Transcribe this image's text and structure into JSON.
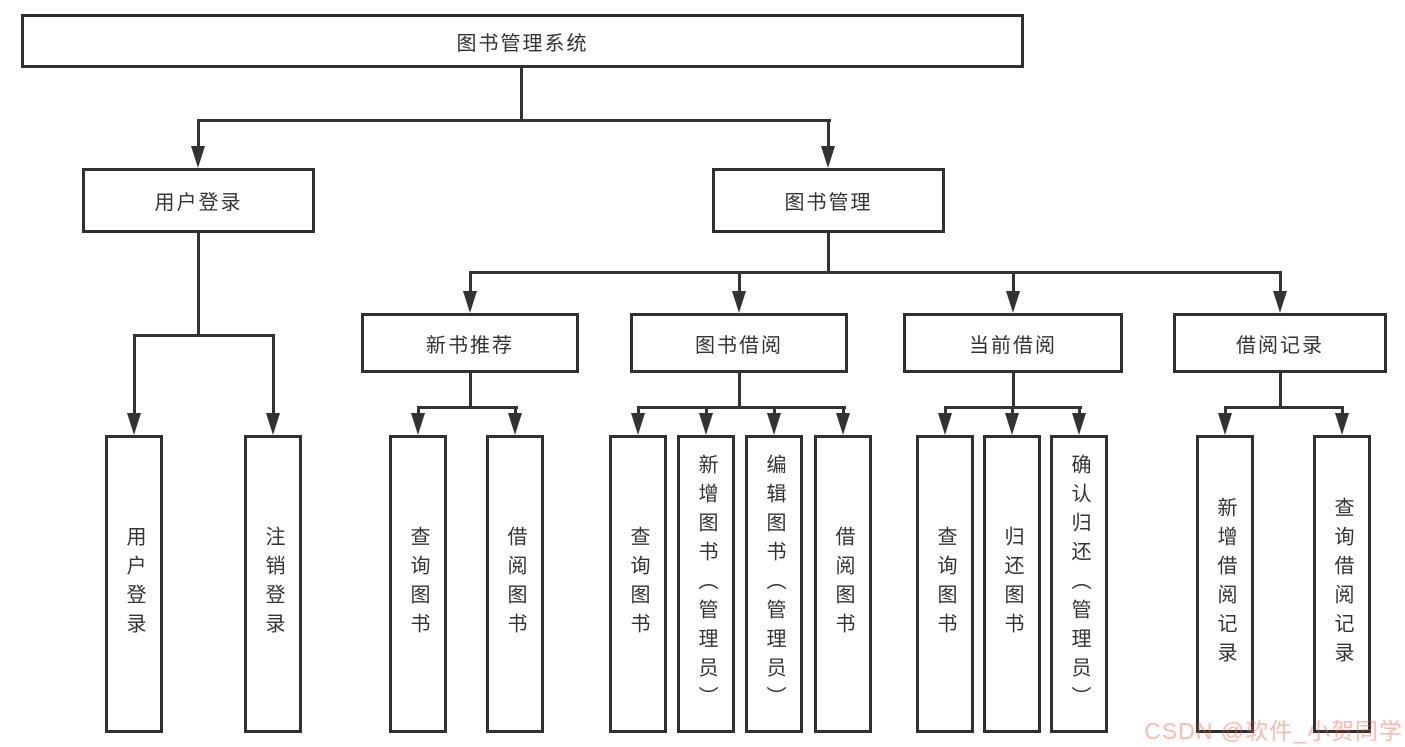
{
  "diagram": {
    "root": "图书管理系统",
    "level2": [
      "用户登录",
      "图书管理"
    ],
    "level3": [
      "新书推荐",
      "图书借阅",
      "当前借阅",
      "借阅记录"
    ],
    "leaves": {
      "user_login": [
        "用户登录",
        "注销登录"
      ],
      "new_book_recommend": [
        "查询图书",
        "借阅图书"
      ],
      "book_borrow": [
        "查询图书",
        "新增图书（管理员）",
        "编辑图书（管理员）",
        "借阅图书"
      ],
      "current_borrow": [
        "查询图书",
        "归还图书",
        "确认归还（管理员）"
      ],
      "borrow_records": [
        "新增借阅记录",
        "查询借阅记录"
      ]
    },
    "colors": {
      "line": "#333333",
      "box_border": "#303030",
      "text": "#333333",
      "watermark": "#fc5531"
    }
  },
  "watermark": "CSDN @软件_小贺同学"
}
